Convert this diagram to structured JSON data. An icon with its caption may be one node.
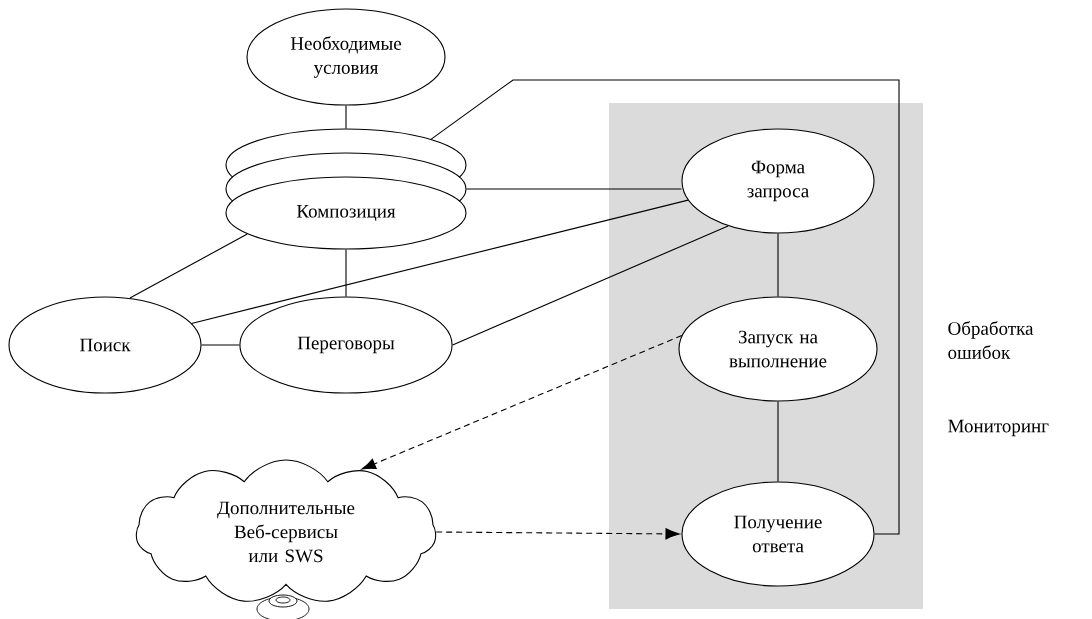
{
  "diagram": {
    "nodes": [
      {
        "text": [
          "Необходимые условия"
        ]
      },
      {
        "text": [
          "Композиция"
        ]
      },
      {
        "text": [],
        "shape": "box"
      },
      {
        "text": [
          "Форма запроса"
        ],
        "in": 2
      },
      {
        "text": [
          "Поиск"
        ]
      },
      {
        "text": [
          "Переговоры"
        ]
      },
      {
        "text": [
          "Запуск на выполнение"
        ],
        "in": 2
      },
      {
        "text": [
          "Дополнительные Веб-сервисы или SWS"
        ]
      },
      {
        "text": [
          "Получение ответа"
        ],
        "in": 2
      }
    ],
    "edges": [
      {
        "from": 0,
        "to": 1,
        "arrow": "none"
      },
      {
        "from": 1,
        "to": 8,
        "arrow": "none"
      },
      {
        "from": 1,
        "to": 3,
        "arrow": "none"
      },
      {
        "from": 1,
        "to": 4,
        "arrow": "none"
      },
      {
        "from": 1,
        "to": 5,
        "arrow": "none"
      },
      {
        "from": 4,
        "to": 3,
        "arrow": "none"
      },
      {
        "from": 5,
        "to": 3,
        "arrow": "none"
      },
      {
        "from": 4,
        "to": 5,
        "arrow": "none"
      },
      {
        "from": 3,
        "to": 6,
        "arrow": "none"
      },
      {
        "from": 6,
        "to": 8,
        "arrow": "none"
      },
      {
        "from": 6,
        "to": 7,
        "arrow": "to",
        "style": "dashed"
      },
      {
        "from": 7,
        "to": 8,
        "arrow": "to",
        "style": "dashed"
      }
    ],
    "labels": [
      "Обработка ошибок",
      "Мониторинг"
    ]
  }
}
